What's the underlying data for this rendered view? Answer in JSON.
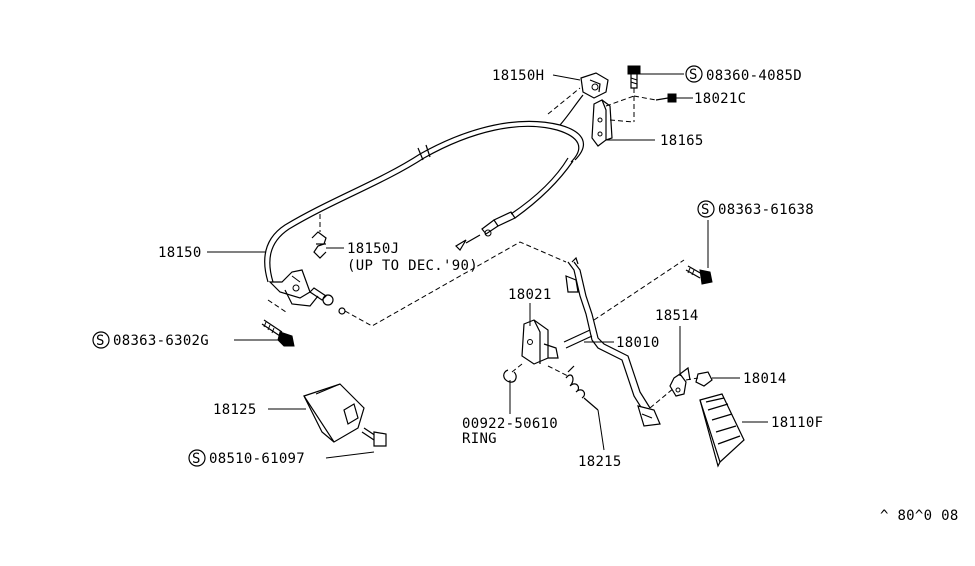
{
  "labels": {
    "p18150H": "18150H",
    "p08360": "08360-4085D",
    "p18021C": "18021C",
    "p18165": "18165",
    "p18150": "18150",
    "p18150J": "18150J",
    "p18150J_note": "(UP TO DEC.'90)",
    "p08363_61638": "08363-61638",
    "p18021": "18021",
    "p18010": "18010",
    "p18514": "18514",
    "p08363_6302G": "08363-6302G",
    "p18014": "18014",
    "p18125": "18125",
    "p00922": "00922-50610",
    "p00922_ring": "RING",
    "p18110F": "18110F",
    "p08510": "08510-61097",
    "p18215": "18215",
    "footer_code": "^ 80^0 08"
  },
  "symbols": {
    "screw_marker": "S"
  }
}
